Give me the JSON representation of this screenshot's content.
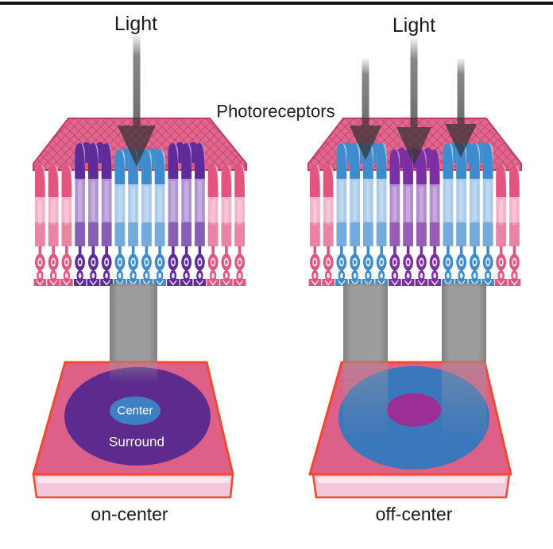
{
  "diagram": {
    "light_label_left": "Light",
    "light_label_right": "Light",
    "photoreceptors_label": "Photoreceptors",
    "left_panel": {
      "caption": "on-center",
      "center_label": "Center",
      "surround_label": "Surround"
    },
    "right_panel": {
      "caption": "off-center"
    }
  },
  "colors": {
    "roof_pink": "#e0688f",
    "roof_line": "#c23a63",
    "pink_cap": "#e2557f",
    "pink_body": "#f3b3c9",
    "purple_cap": "#5e2b99",
    "purple_body": "#b193d2",
    "blue_cap": "#3e8ccd",
    "blue_body": "#aacbe9",
    "purple_center_cap": "#7c2fa0",
    "purple_center_body": "#b48ccf",
    "beam_gray": "#8d8d8d",
    "arrow_dark": "#333333",
    "platform_top": "#dc6087",
    "platform_front": "#f3c8da",
    "platform_edge": "#f3482c",
    "surround_purple": "#5d2b8d",
    "center_blue": "#3e80c3",
    "field_blue": "#3a77bb",
    "field_center_purple": "#9c2f96",
    "label_black": "#1b1b1b",
    "label_white": "#ffffff"
  }
}
